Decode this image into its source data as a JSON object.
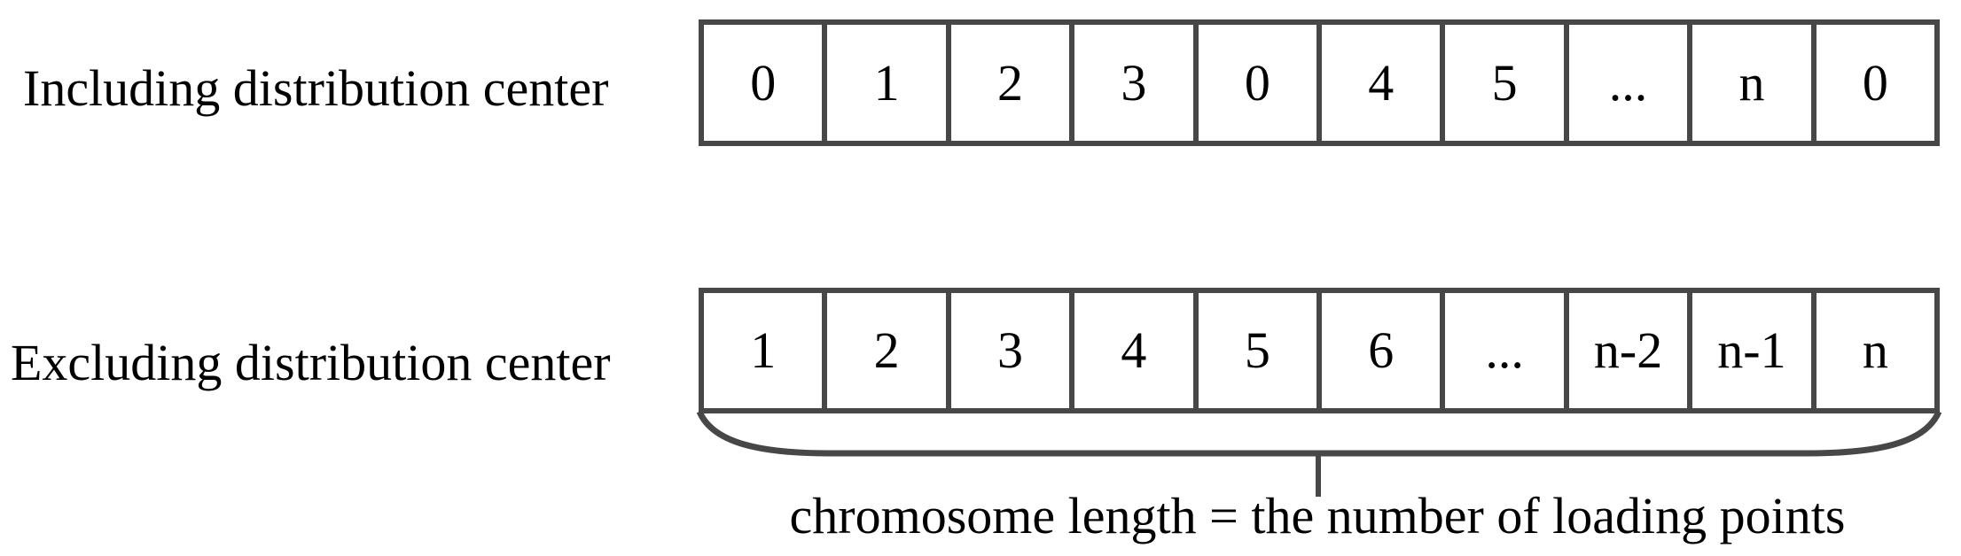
{
  "figure": {
    "rows": [
      {
        "label": "Including distribution center",
        "cells": [
          "0",
          "1",
          "2",
          "3",
          "0",
          "4",
          "5",
          "...",
          "n",
          "0"
        ]
      },
      {
        "label": "Excluding distribution center",
        "cells": [
          "1",
          "2",
          "3",
          "4",
          "5",
          "6",
          "...",
          "n-2",
          "n-1",
          "n"
        ]
      }
    ],
    "caption": "chromosome length = the number of loading points",
    "colors": {
      "line": "#474747",
      "text": "#000000",
      "background": "#ffffff"
    }
  }
}
